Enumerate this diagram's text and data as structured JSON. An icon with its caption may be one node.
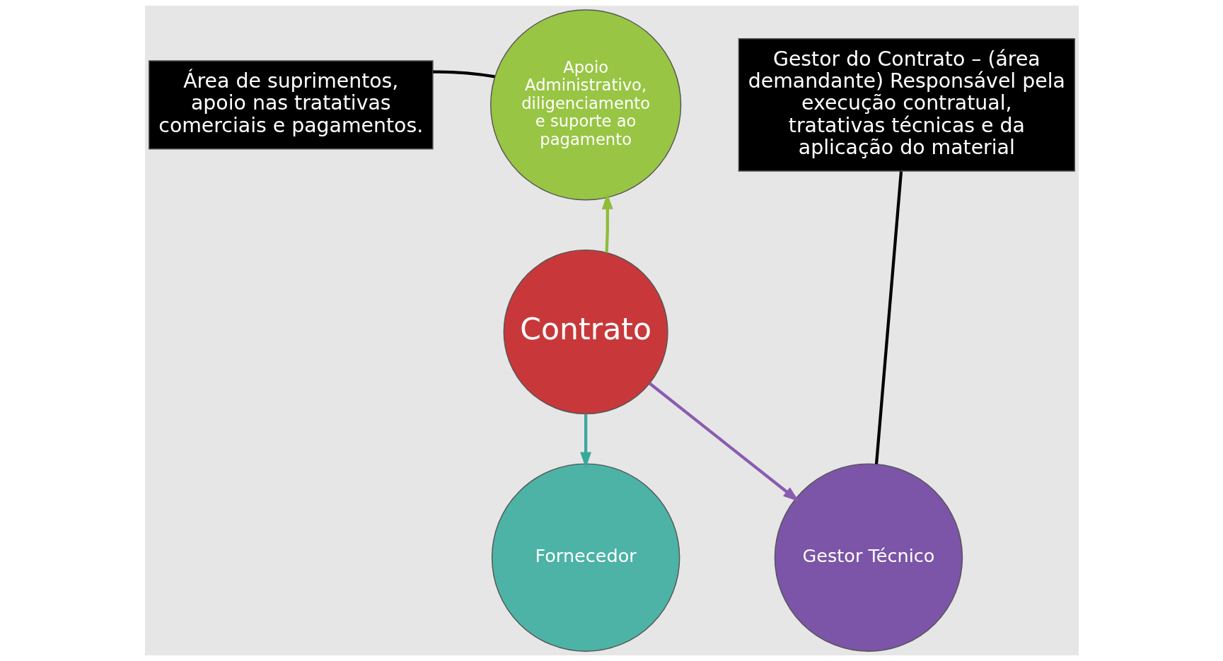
{
  "diagram": {
    "nodes": [
      {
        "text": [
          "Contrato"
        ]
      },
      {
        "text": [
          "Apoio Administrativo, diligenciamento e suporte ao pagamento"
        ]
      },
      {
        "text": [
          "Fornecedor"
        ]
      },
      {
        "text": [
          "Gestor Técnico"
        ]
      },
      {
        "text": [
          "Área de suprimentos, apoio nas tratativas comerciais e pagamentos."
        ]
      },
      {
        "text": [
          "Gestor do Contrato – (área demandante) Responsável pela execução contratual, tratativas técnicas e da aplicação do material"
        ]
      }
    ],
    "edges": [
      {
        "from": 0,
        "to": 1,
        "arrow": "to",
        "color": "#8fbc3a"
      },
      {
        "from": 0,
        "to": 2,
        "arrow": "to",
        "color": "#3aa89a"
      },
      {
        "from": 0,
        "to": 3,
        "arrow": "to",
        "color": "#8a5cb0"
      },
      {
        "from": 4,
        "to": 1,
        "arrow": "none"
      },
      {
        "from": 5,
        "to": 3,
        "arrow": "none"
      }
    ]
  }
}
